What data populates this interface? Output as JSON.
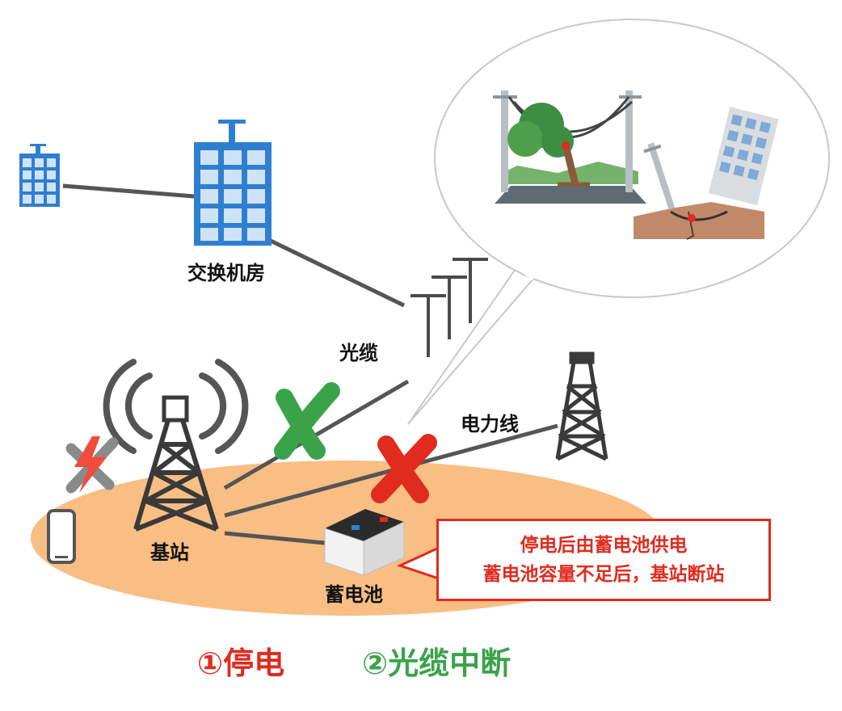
{
  "labels": {
    "exchange": "交换机房",
    "fiber": "光缆",
    "power_line": "电力线",
    "base_station": "基站",
    "battery": "蓄电池"
  },
  "callout": {
    "line1": "停电后由蓄电池供电",
    "line2": "蓄电池容量不足后，基站断站"
  },
  "legend": {
    "item1": "①停电",
    "item2": "②光缆中断"
  },
  "colors": {
    "outage_red": "#e02b1e",
    "fiber_cut_green": "#3aa34a",
    "ground_orange": "#f9be84",
    "building_blue": "#2f7fd1"
  }
}
